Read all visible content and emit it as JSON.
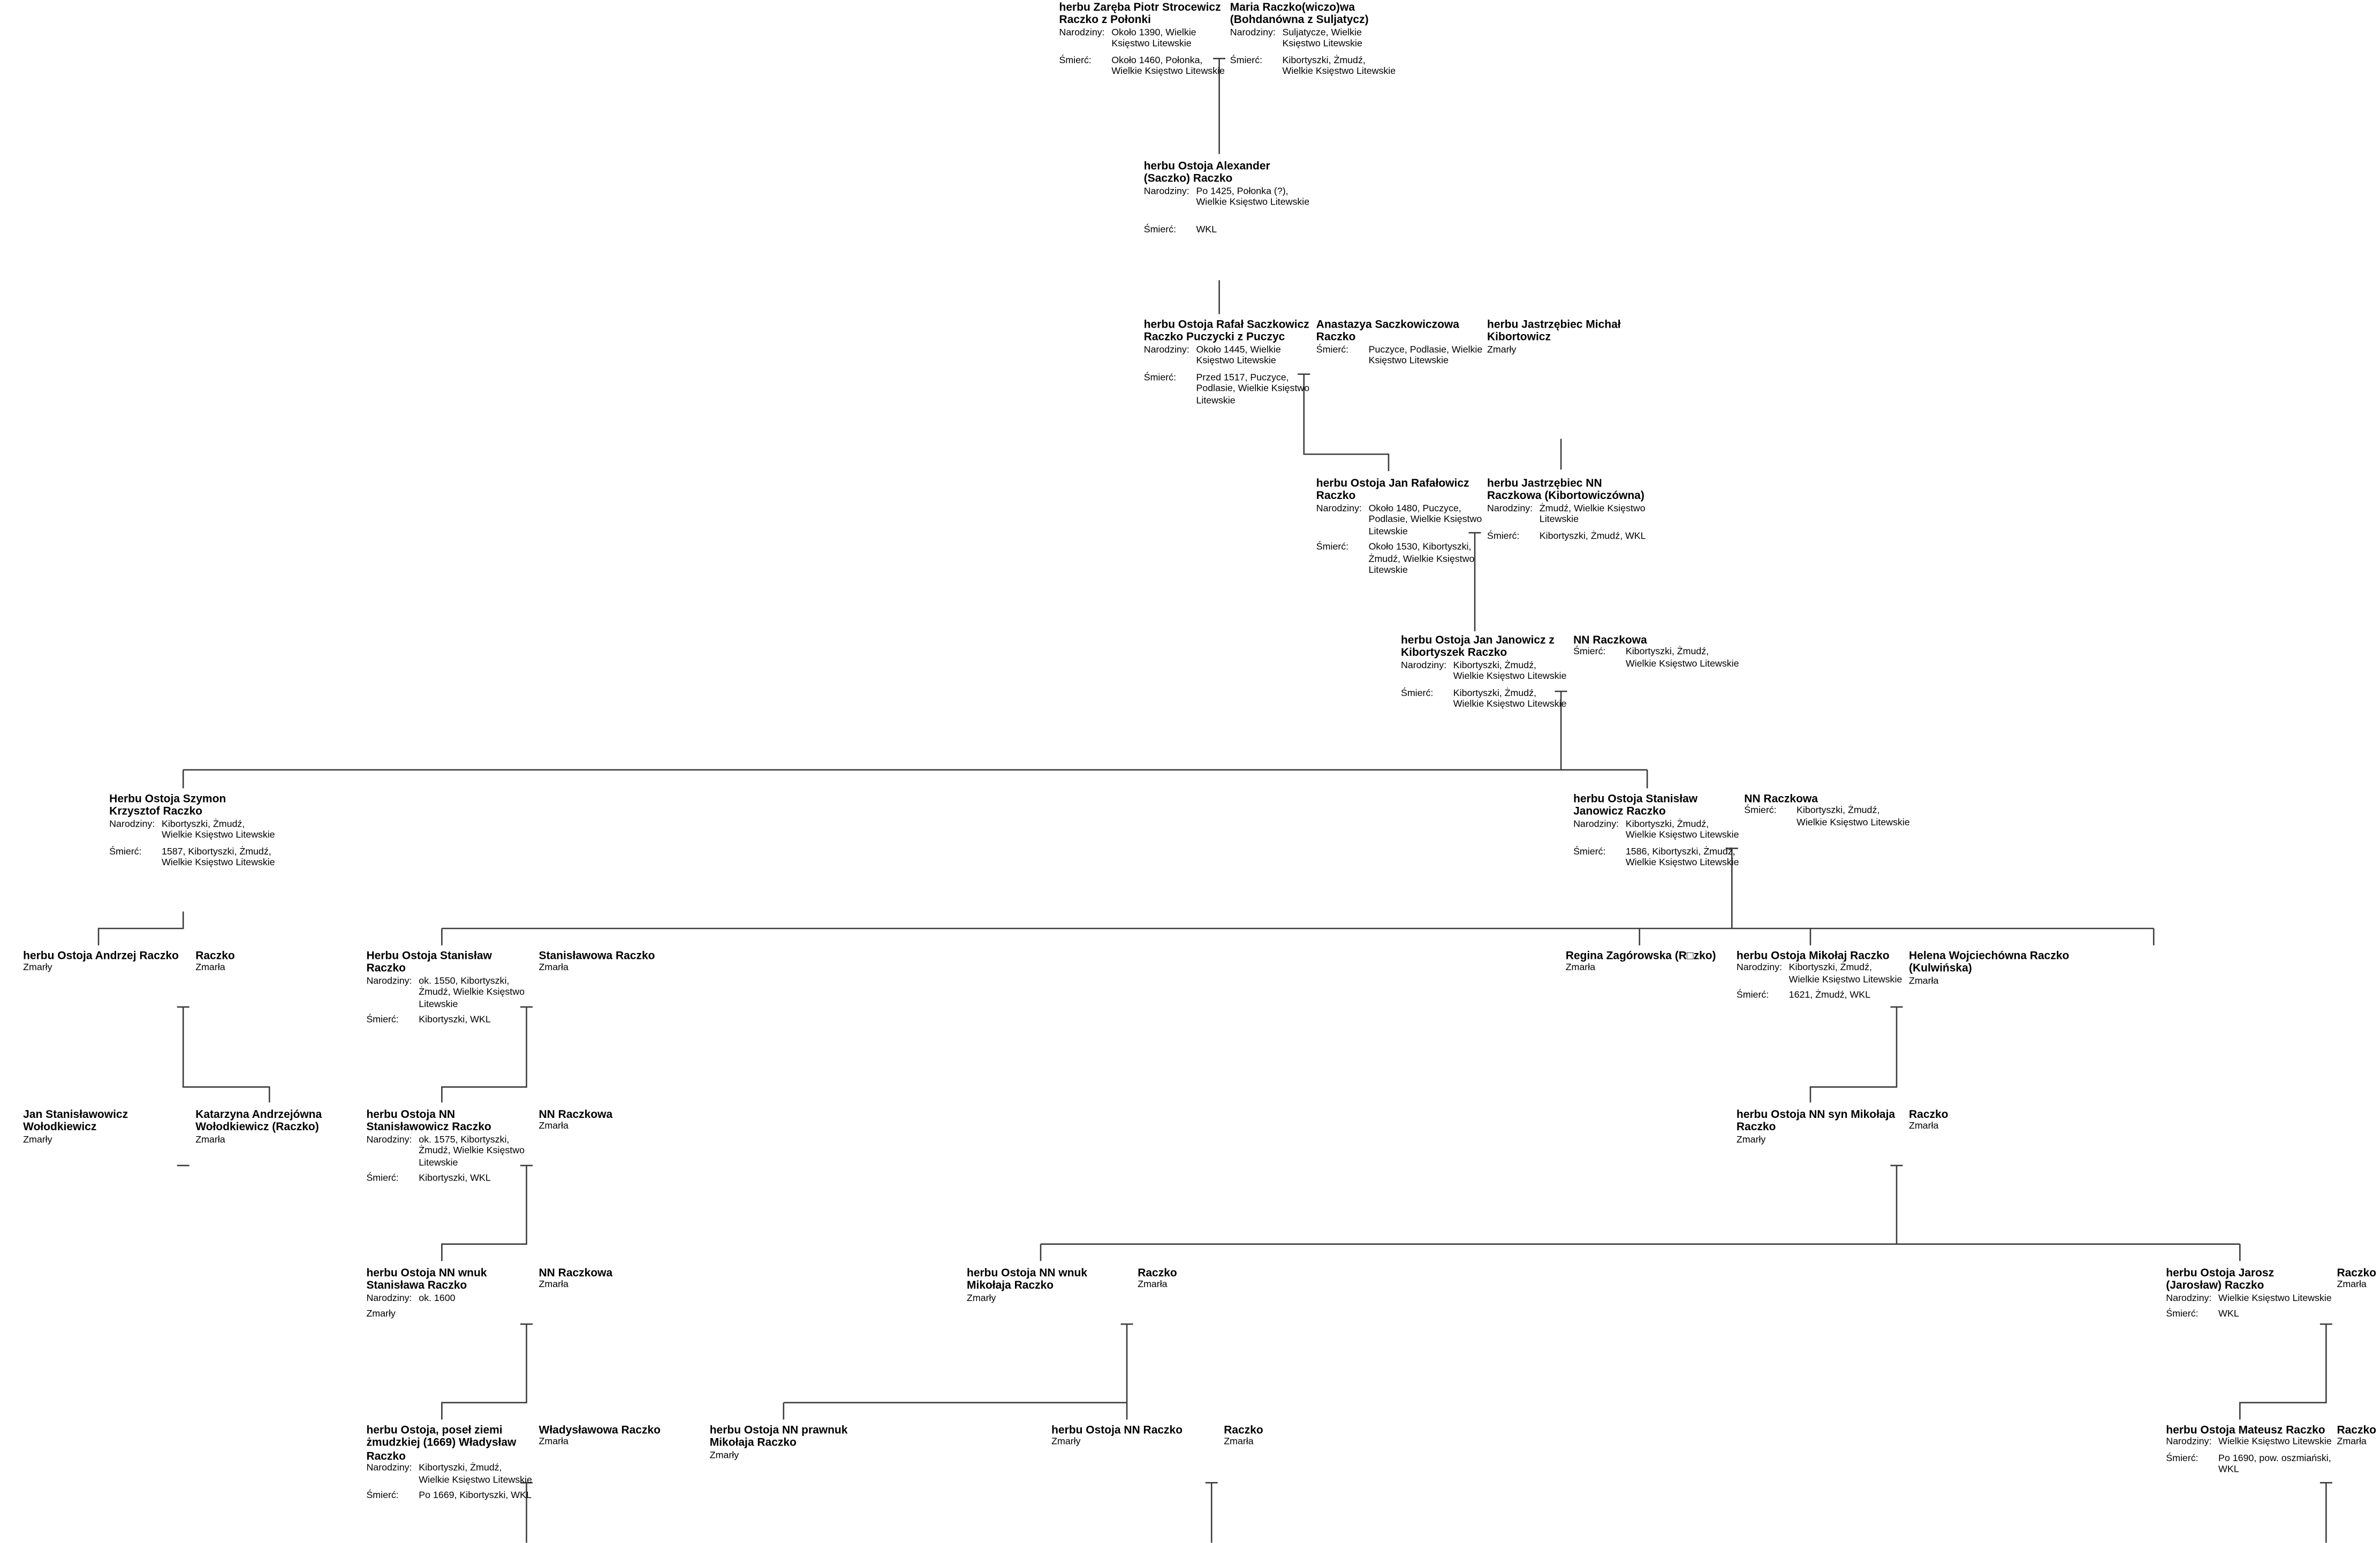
{
  "labels": {
    "birth": "Narodziny:",
    "death": "Śmierć:"
  },
  "persons": [
    {
      "id": "p1",
      "name": "herbu Zaręba Piotr Strocewicz Raczko z Połonki",
      "birth": "Około 1390, Wielkie Księstwo Litewskie",
      "death": "Około 1460, Połonka, Wielkie Księstwo Litewskie"
    },
    {
      "id": "p2",
      "name": "Maria Raczko(wiczo)wa (Bohdanówna z Suljatycz)",
      "birth": "Suljatycze, Wielkie Księstwo Litewskie",
      "death": "Kibortyszki, Żmudź, Wielkie Księstwo Litewskie"
    },
    {
      "id": "p3",
      "name": "herbu Ostoja Alexander (Saczko) Raczko",
      "birth": "Po 1425, Połonka (?), Wielkie Księstwo Litewskie",
      "death": "WKL"
    },
    {
      "id": "p4",
      "name": "herbu Ostoja Rafał Saczkowicz Raczko Puczycki z Puczyc",
      "birth": "Około 1445, Wielkie Księstwo Litewskie",
      "death": "Przed 1517, Puczyce, Podlasie, Wielkie Księstwo Litewskie"
    },
    {
      "id": "p5",
      "name": "Anastazya Saczkowiczowa Raczko",
      "death": "Puczyce, Podlasie, Wielkie Księstwo Litewskie"
    },
    {
      "id": "p6",
      "name": "herbu Jastrzębiec Michał Kibortowicz",
      "status": "Zmarły"
    },
    {
      "id": "p7",
      "name": "herbu Ostoja Jan Rafałowicz Raczko",
      "birth": "Około 1480, Puczyce, Podlasie, Wielkie Księstwo Litewskie",
      "death": "Około 1530, Kibortyszki, Żmudź, Wielkie Księstwo Litewskie"
    },
    {
      "id": "p8",
      "name": "herbu Jastrzębiec NN Raczkowa (Kibortowiczówna)",
      "birth": "Żmudź, Wielkie Księstwo Litewskie",
      "death": "Kibortyszki, Żmudź, WKL"
    },
    {
      "id": "p9",
      "name": "herbu Ostoja Jan Janowicz z Kibortyszek Raczko",
      "birth": "Kibortyszki, Żmudź, Wielkie Księstwo Litewskie",
      "death": "Kibortyszki, Żmudź, Wielkie Księstwo Litewskie"
    },
    {
      "id": "p10",
      "name": "NN Raczkowa",
      "death": "Kibortyszki, Żmudź, Wielkie Księstwo Litewskie"
    },
    {
      "id": "p11",
      "name": "Herbu Ostoja Szymon Krzysztof Raczko",
      "birth": "Kibortyszki, Żmudź, Wielkie Księstwo Litewskie",
      "death": "1587, Kibortyszki, Żmudź, Wielkie Księstwo Litewskie"
    },
    {
      "id": "p12",
      "name": "herbu Ostoja Stanisław Janowicz Raczko",
      "birth": "Kibortyszki, Żmudź, Wielkie Księstwo Litewskie",
      "death": "1586, Kibortyszki, Żmudź, Wielkie Księstwo Litewskie"
    },
    {
      "id": "p13",
      "name": "NN Raczkowa",
      "death": "Kibortyszki, Żmudź, Wielkie Księstwo Litewskie"
    },
    {
      "id": "p14",
      "name": "herbu Ostoja Andrzej Raczko",
      "status": "Zmarły"
    },
    {
      "id": "p15",
      "name": "Raczko",
      "status": "Zmarła"
    },
    {
      "id": "p16",
      "name": "Herbu Ostoja Stanisław Raczko",
      "birth": "ok. 1550, Kibortyszki, Żmudź, Wielkie Księstwo Litewskie",
      "death": "Kibortyszki, WKL"
    },
    {
      "id": "p17",
      "name": "Stanisławowa Raczko",
      "status": "Zmarła"
    },
    {
      "id": "p18",
      "name": "Regina Zagórowska (R□zko)",
      "status": "Zmarła"
    },
    {
      "id": "p19",
      "name": "herbu Ostoja Mikołaj Raczko",
      "birth": "Kibortyszki, Żmudź, Wielkie Księstwo Litewskie",
      "death": "1621, Żmudź, WKL"
    },
    {
      "id": "p20",
      "name": "Helena Wojciechówna Raczko (Kulwińska)",
      "status": "Zmarła"
    },
    {
      "id": "p21",
      "name": "Jan Stanisławowicz Wołodkiewicz",
      "status": "Zmarły"
    },
    {
      "id": "p22",
      "name": "Katarzyna Andrzejówna Wołodkiewicz (Raczko)",
      "status": "Zmarła"
    },
    {
      "id": "p23",
      "name": "herbu Ostoja NN Stanisławowicz Raczko",
      "birth": "ok. 1575, Kibortyszki, Żmudź, Wielkie Księstwo Litewskie",
      "death": "Kibortyszki, WKL"
    },
    {
      "id": "p24",
      "name": "NN Raczkowa",
      "status": "Zmarła"
    },
    {
      "id": "p25",
      "name": "herbu Ostoja NN syn Mikołaja Raczko",
      "status": "Zmarły"
    },
    {
      "id": "p26",
      "name": "Raczko",
      "status": "Zmarła"
    },
    {
      "id": "p27",
      "name": "herbu Ostoja NN wnuk Stanisława Raczko",
      "birth": "ok. 1600",
      "status": "Zmarły"
    },
    {
      "id": "p28",
      "name": "NN Raczkowa",
      "status": "Zmarła"
    },
    {
      "id": "p29",
      "name": "herbu Ostoja NN wnuk Mikołaja Raczko",
      "status": "Zmarły"
    },
    {
      "id": "p30",
      "name": "Raczko",
      "status": "Zmarła"
    },
    {
      "id": "p31",
      "name": "herbu Ostoja Jarosz (Jarosław) Raczko",
      "birth": "Wielkie Księstwo Litewskie",
      "death": "WKL"
    },
    {
      "id": "p32",
      "name": "Raczko",
      "status": "Zmarła"
    },
    {
      "id": "p33",
      "name": "herbu Ostoja, poseł ziemi żmudzkiej (1669) Władysław Raczko",
      "birth": "Kibortyszki, Żmudź, Wielkie Księstwo Litewskie",
      "death": "Po 1669, Kibortyszki, WKL"
    },
    {
      "id": "p34",
      "name": "Władysławowa Raczko",
      "status": "Zmarła"
    },
    {
      "id": "p35",
      "name": "herbu Ostoja NN prawnuk Mikołaja Raczko",
      "status": "Zmarły"
    },
    {
      "id": "p36",
      "name": "herbu Ostoja NN Raczko",
      "status": "Zmarły"
    },
    {
      "id": "p37",
      "name": "Raczko",
      "status": "Zmarła"
    },
    {
      "id": "p38",
      "name": "herbu Ostoja Mateusz Raczko",
      "birth": "Wielkie Księstwo Litewskie",
      "death": "Po 1690, pow. oszmiański, WKL"
    },
    {
      "id": "p39",
      "name": "Raczko",
      "status": "Zmarła"
    }
  ]
}
